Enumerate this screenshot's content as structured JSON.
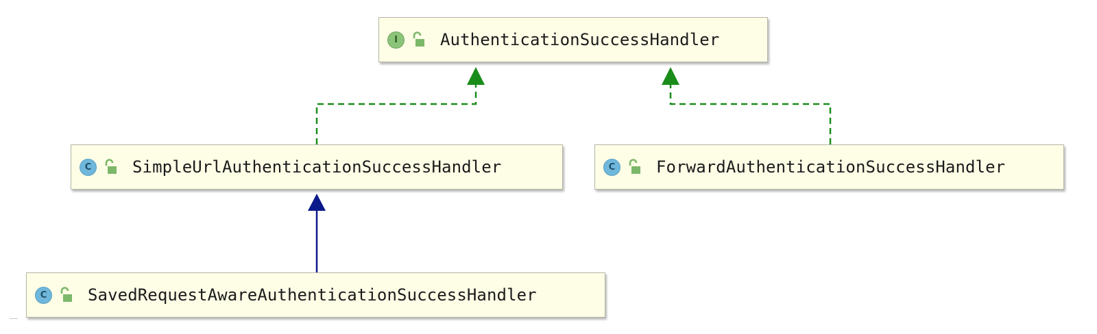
{
  "diagram": {
    "nodes": [
      {
        "id": "auth",
        "kind": "interface",
        "kind_letter": "I",
        "access_icon": "unlock-icon",
        "label": "AuthenticationSuccessHandler"
      },
      {
        "id": "simple",
        "kind": "class",
        "kind_letter": "C",
        "access_icon": "unlock-icon",
        "label": "SimpleUrlAuthenticationSuccessHandler"
      },
      {
        "id": "forward",
        "kind": "class",
        "kind_letter": "C",
        "access_icon": "unlock-icon",
        "label": "ForwardAuthenticationSuccessHandler"
      },
      {
        "id": "saved",
        "kind": "class",
        "kind_letter": "C",
        "access_icon": "unlock-icon",
        "label": "SavedRequestAwareAuthenticationSuccessHandler"
      }
    ],
    "edges": [
      {
        "from": "simple",
        "to": "auth",
        "type": "implements",
        "style": "dashed",
        "color": "#1a8c1a"
      },
      {
        "from": "forward",
        "to": "auth",
        "type": "implements",
        "style": "dashed",
        "color": "#1a8c1a"
      },
      {
        "from": "saved",
        "to": "simple",
        "type": "extends",
        "style": "solid",
        "color": "#0b1a8a"
      }
    ],
    "colors": {
      "node_fill": "#fefde6",
      "node_border": "#b6b6a8",
      "interface_icon": "#8cc479",
      "class_icon": "#6fb7db",
      "lock_icon": "#7cb86a",
      "implements_arrow": "#1a8c1a",
      "extends_arrow": "#0b1a8a"
    }
  }
}
